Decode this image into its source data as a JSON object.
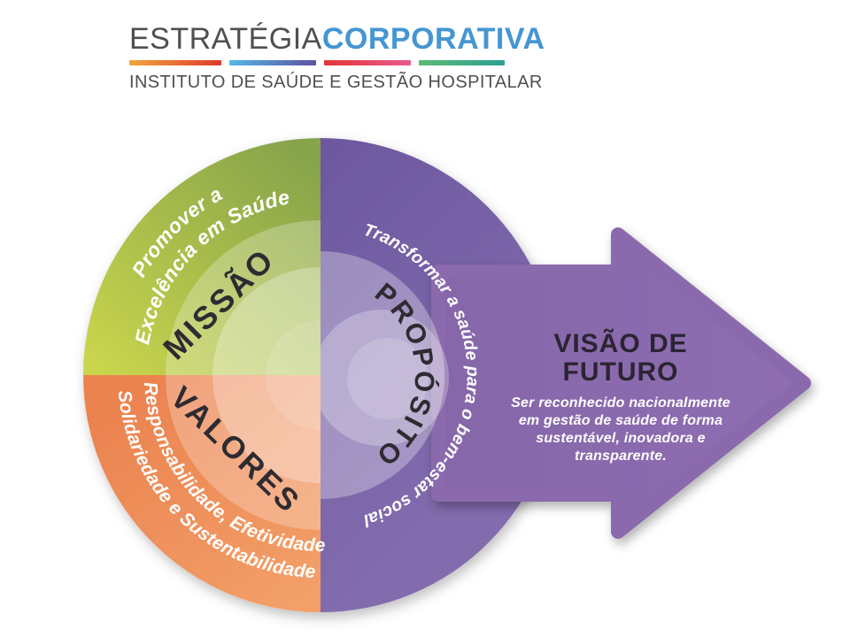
{
  "header": {
    "brand_gray": "ESTRATÉGIA",
    "brand_blue": "CORPORATIVA",
    "subtitle": "INSTITUTO DE SAÚDE E GESTÃO HOSPITALAR",
    "divider_colors": [
      [
        "#f0a73c",
        "#e0392b"
      ],
      [
        "#55b7e6",
        "#5e51a0"
      ],
      [
        "#e23537",
        "#ea5a8e"
      ],
      [
        "#5dba72",
        "#2aa092"
      ]
    ]
  },
  "missao": {
    "label": "MISSÃO",
    "line1": "Promover a",
    "line2": "Excelência em Saúde"
  },
  "valores": {
    "label": "VALORES",
    "line1": "Responsabilidade, Efetividade",
    "line2": "Solidariedade e Sustentabilidade"
  },
  "proposito": {
    "label": "PROPÓSITO",
    "arc": "Transformar a saúde para o bem-estar social"
  },
  "visao": {
    "title1": "VISÃO DE",
    "title2": "FUTURO",
    "body1": "Ser reconhecido nacionalmente",
    "body2": "em gestão de saúde de forma",
    "body3": "sustentável, inovadora e",
    "body4": "transparente."
  },
  "colors": {
    "brand_gray": "#4f4f51",
    "brand_blue": "#4496d2",
    "green_dark": "#87a44b",
    "green_light": "#cbd64d",
    "orange_dark": "#eb8350",
    "orange_light": "#f39f68",
    "purple_dark": "#6d58a0",
    "purple_light": "#826cae",
    "arrow_dark": "#8566a9",
    "arrow_light": "#8f6fb2",
    "label_dark": "#2e2b31",
    "vision_title_dark": "#2b2433",
    "white": "#ffffff"
  }
}
